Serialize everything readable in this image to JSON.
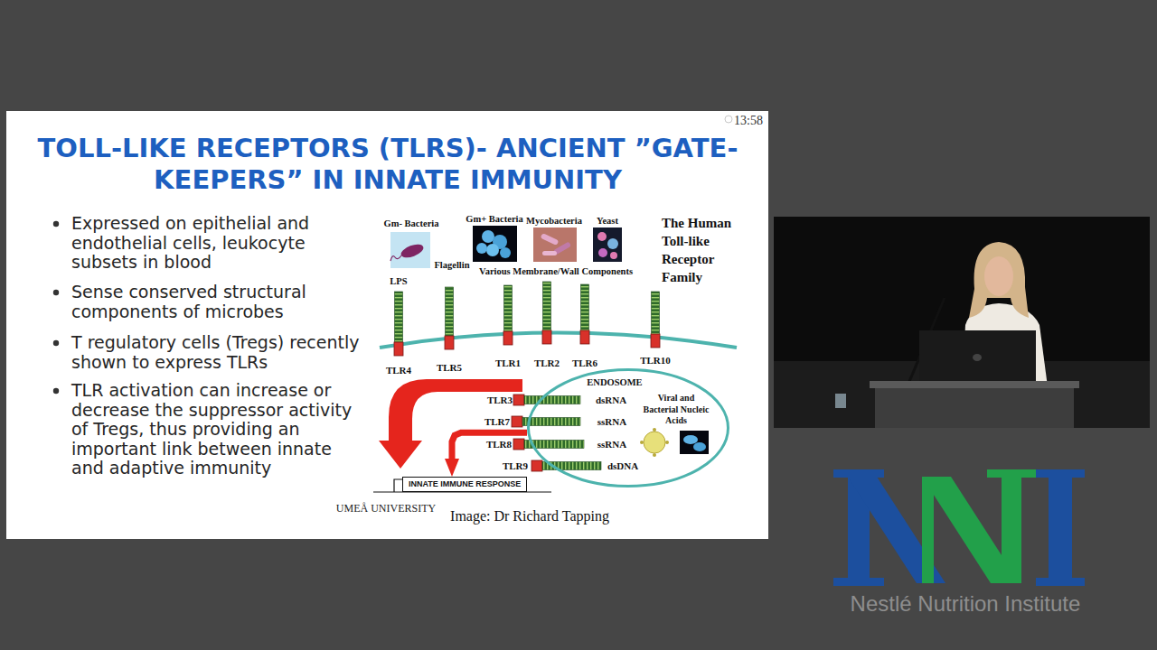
{
  "diagram": {
    "title": "TOLL-LIKE RECEPTORS (TLRS)- ANCIENT ”GATE-KEEPERS” IN INNATE IMMUNITY",
    "nodes": [
      {
        "text": [
          "ENDOSOME",
          "dsRNA",
          "ssRNA",
          "ssRNA",
          "dsDNA",
          "Viral and Bacterial Nucleic Acids"
        ]
      },
      {
        "text": [
          "INNATE IMMUNE RESPONSE"
        ]
      }
    ],
    "edges": [
      {
        "from": 0,
        "to": 1,
        "arrow": "to"
      }
    ],
    "labels": [
      "13:58",
      "Expressed on epithelial and endothelial cells, leukocyte subsets in blood",
      "Sense conserved structural components of microbes",
      "T regulatory cells (Tregs) recently shown to express TLRs",
      "TLR activation can increase or decrease the suppressor activity of Tregs, thus providing an important link between innate and adaptive immunity",
      "Gm- Bacteria",
      "Gm+ Bacteria",
      "Mycobacteria",
      "Yeast",
      "The Human Toll-like Receptor Family",
      "LPS",
      "Flagellin",
      "Various Membrane/Wall Components",
      "TLR4",
      "TLR5",
      "TLR1",
      "TLR2",
      "TLR6",
      "TLR10",
      "TLR3",
      "TLR7",
      "TLR8",
      "TLR9",
      "UMEÅ UNIVERSITY",
      "Image: Dr Richard Tapping",
      "Nestlé Nutrition Institute"
    ]
  }
}
